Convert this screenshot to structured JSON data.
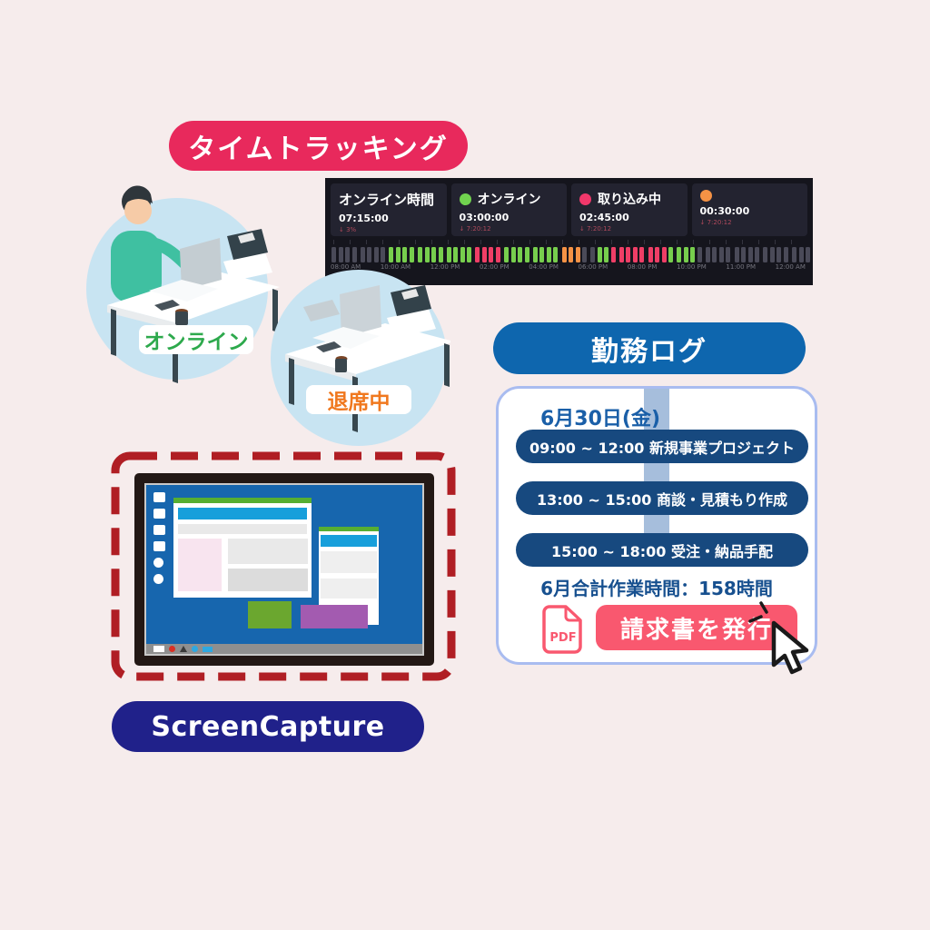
{
  "scene": {
    "background": "#F6ECEC"
  },
  "badges": {
    "time_tracking": {
      "label": "タイムトラッキング",
      "bg": "#E8295C"
    },
    "work_log": {
      "label": "勤務ログ",
      "bg": "#0E66AE"
    },
    "screen_capture": {
      "label": "ScreenCapture",
      "bg": "#20218A"
    }
  },
  "dashboard": {
    "bg": "#15151D",
    "panels": [
      {
        "title": "オンライン時間",
        "dot": "",
        "value": "07:15:00",
        "delta": "↓ 3%"
      },
      {
        "title": "オンライン",
        "dot": "#71D34F",
        "value": "03:00:00",
        "delta": "↓ 7:20:12"
      },
      {
        "title": "取り込み中",
        "dot": "#F1386B",
        "value": "02:45:00",
        "delta": "↓ 7:20:12"
      },
      {
        "title": "",
        "dot": "#F59245",
        "value": "00:30:00",
        "delta": "↓ 7:20:12"
      }
    ],
    "timeline": {
      "colors": {
        "gray": "#4A4A58",
        "green": "#77CE4D",
        "pink": "#EF3E66",
        "orange": "#F59245"
      },
      "segments": [
        [
          "gray",
          8
        ],
        [
          "green",
          12
        ],
        [
          "pink",
          4
        ],
        [
          "green",
          8
        ],
        [
          "orange",
          3
        ],
        [
          "gray",
          2
        ],
        [
          "green",
          2
        ],
        [
          "pink",
          8
        ],
        [
          "green",
          4
        ],
        [
          "gray",
          16
        ]
      ],
      "labels": [
        "08:00 AM",
        "10:00 AM",
        "12:00 PM",
        "02:00 PM",
        "04:00 PM",
        "06:00 PM",
        "08:00 PM",
        "10:00 PM",
        "11:00 PM",
        "12:00 AM"
      ]
    }
  },
  "status": {
    "online": {
      "label": "オンライン",
      "color": "#2DA94C"
    },
    "away": {
      "label": "退席中",
      "color": "#F0781E"
    }
  },
  "work_log": {
    "date": "6月30日(金)",
    "entries": [
      "09:00 ~ 12:00 新規事業プロジェクト",
      "13:00 ~ 15:00 商談・見積もり作成",
      "15:00 ~ 18:00 受注・納品手配"
    ],
    "total": "6月合計作業時間：158時間",
    "pdf_label": "PDF",
    "invoice_button": "請求書を発行"
  }
}
